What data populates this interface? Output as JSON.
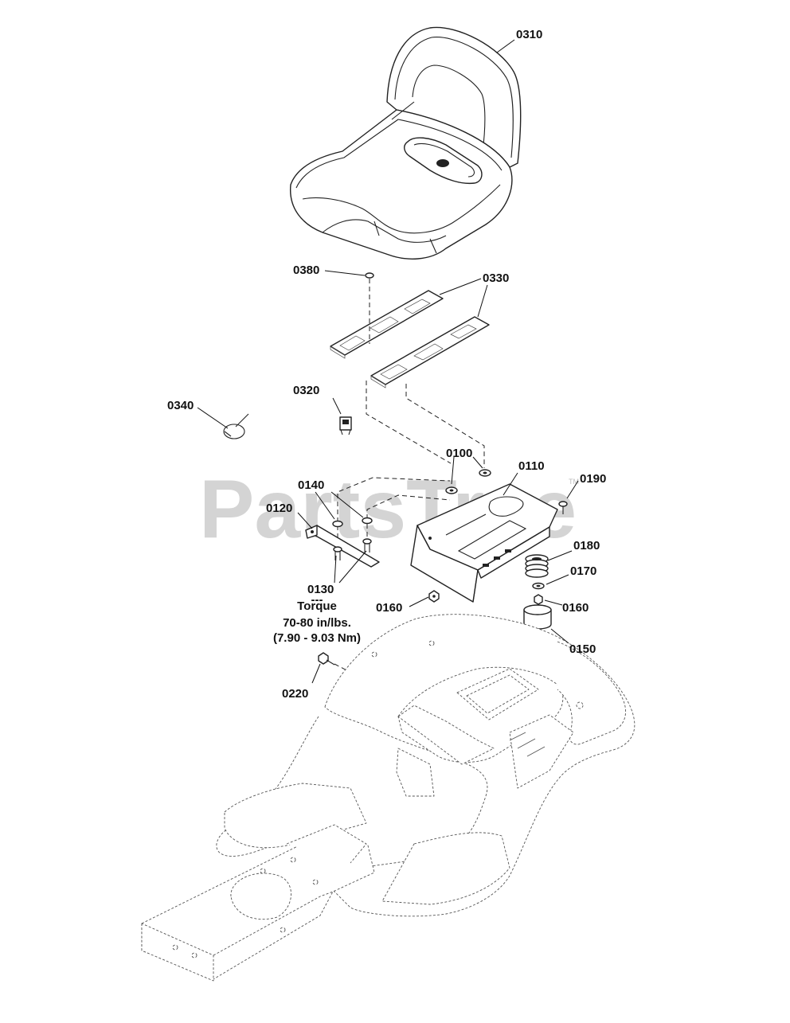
{
  "watermark": {
    "text": "PartsTree",
    "trademark": "TM"
  },
  "callouts": {
    "c0310": "0310",
    "c0380": "0380",
    "c0330": "0330",
    "c0320": "0320",
    "c0340": "0340",
    "c0100": "0100",
    "c0110": "0110",
    "c0190": "0190",
    "c0140": "0140",
    "c0120": "0120",
    "c0180": "0180",
    "c0170": "0170",
    "c0130": "0130",
    "c0160a": "0160",
    "c0160b": "0160",
    "c0150": "0150",
    "c0220": "0220"
  },
  "torque_note": {
    "sep": "---",
    "label": "Torque",
    "imperial": "70-80 in/lbs.",
    "metric": "(7.90 - 9.03 Nm)"
  }
}
